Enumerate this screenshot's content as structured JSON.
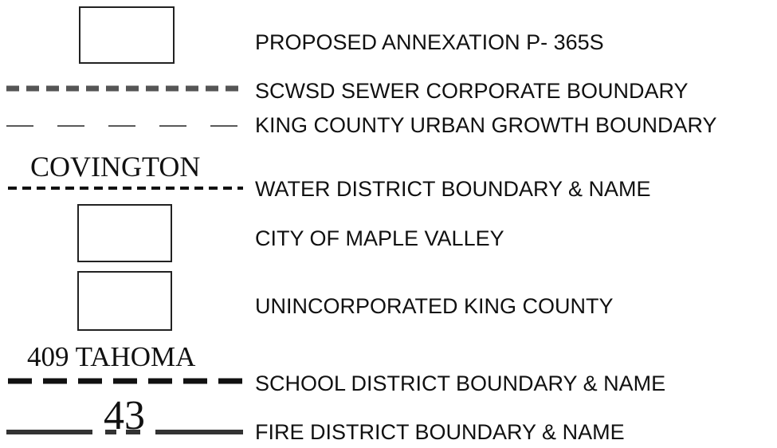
{
  "legend": {
    "items": [
      {
        "symbol": "box",
        "label": "PROPOSED ANNEXATION P- 365S"
      },
      {
        "symbol": "heavy-dash-dot-line",
        "label": "SCWSD SEWER CORPORATE BOUNDARY"
      },
      {
        "symbol": "long-dash-line",
        "label": "KING COUNTY URBAN GROWTH BOUNDARY"
      },
      {
        "symbol": "short-dash-line-with-name",
        "name": "COVINGTON",
        "label": "WATER DISTRICT BOUNDARY & NAME"
      },
      {
        "symbol": "box",
        "label": "CITY OF MAPLE VALLEY"
      },
      {
        "symbol": "box",
        "label": "UNINCORPORATED KING COUNTY"
      },
      {
        "symbol": "bold-dash-line-with-name",
        "name": "409 TAHOMA",
        "label": "SCHOOL DISTRICT BOUNDARY & NAME"
      },
      {
        "symbol": "solid-gap-line-with-number",
        "name": "43",
        "label": "FIRE DISTRICT BOUNDARY & NAME"
      }
    ]
  },
  "colors": {
    "ink": "#111111",
    "background": "#ffffff"
  }
}
